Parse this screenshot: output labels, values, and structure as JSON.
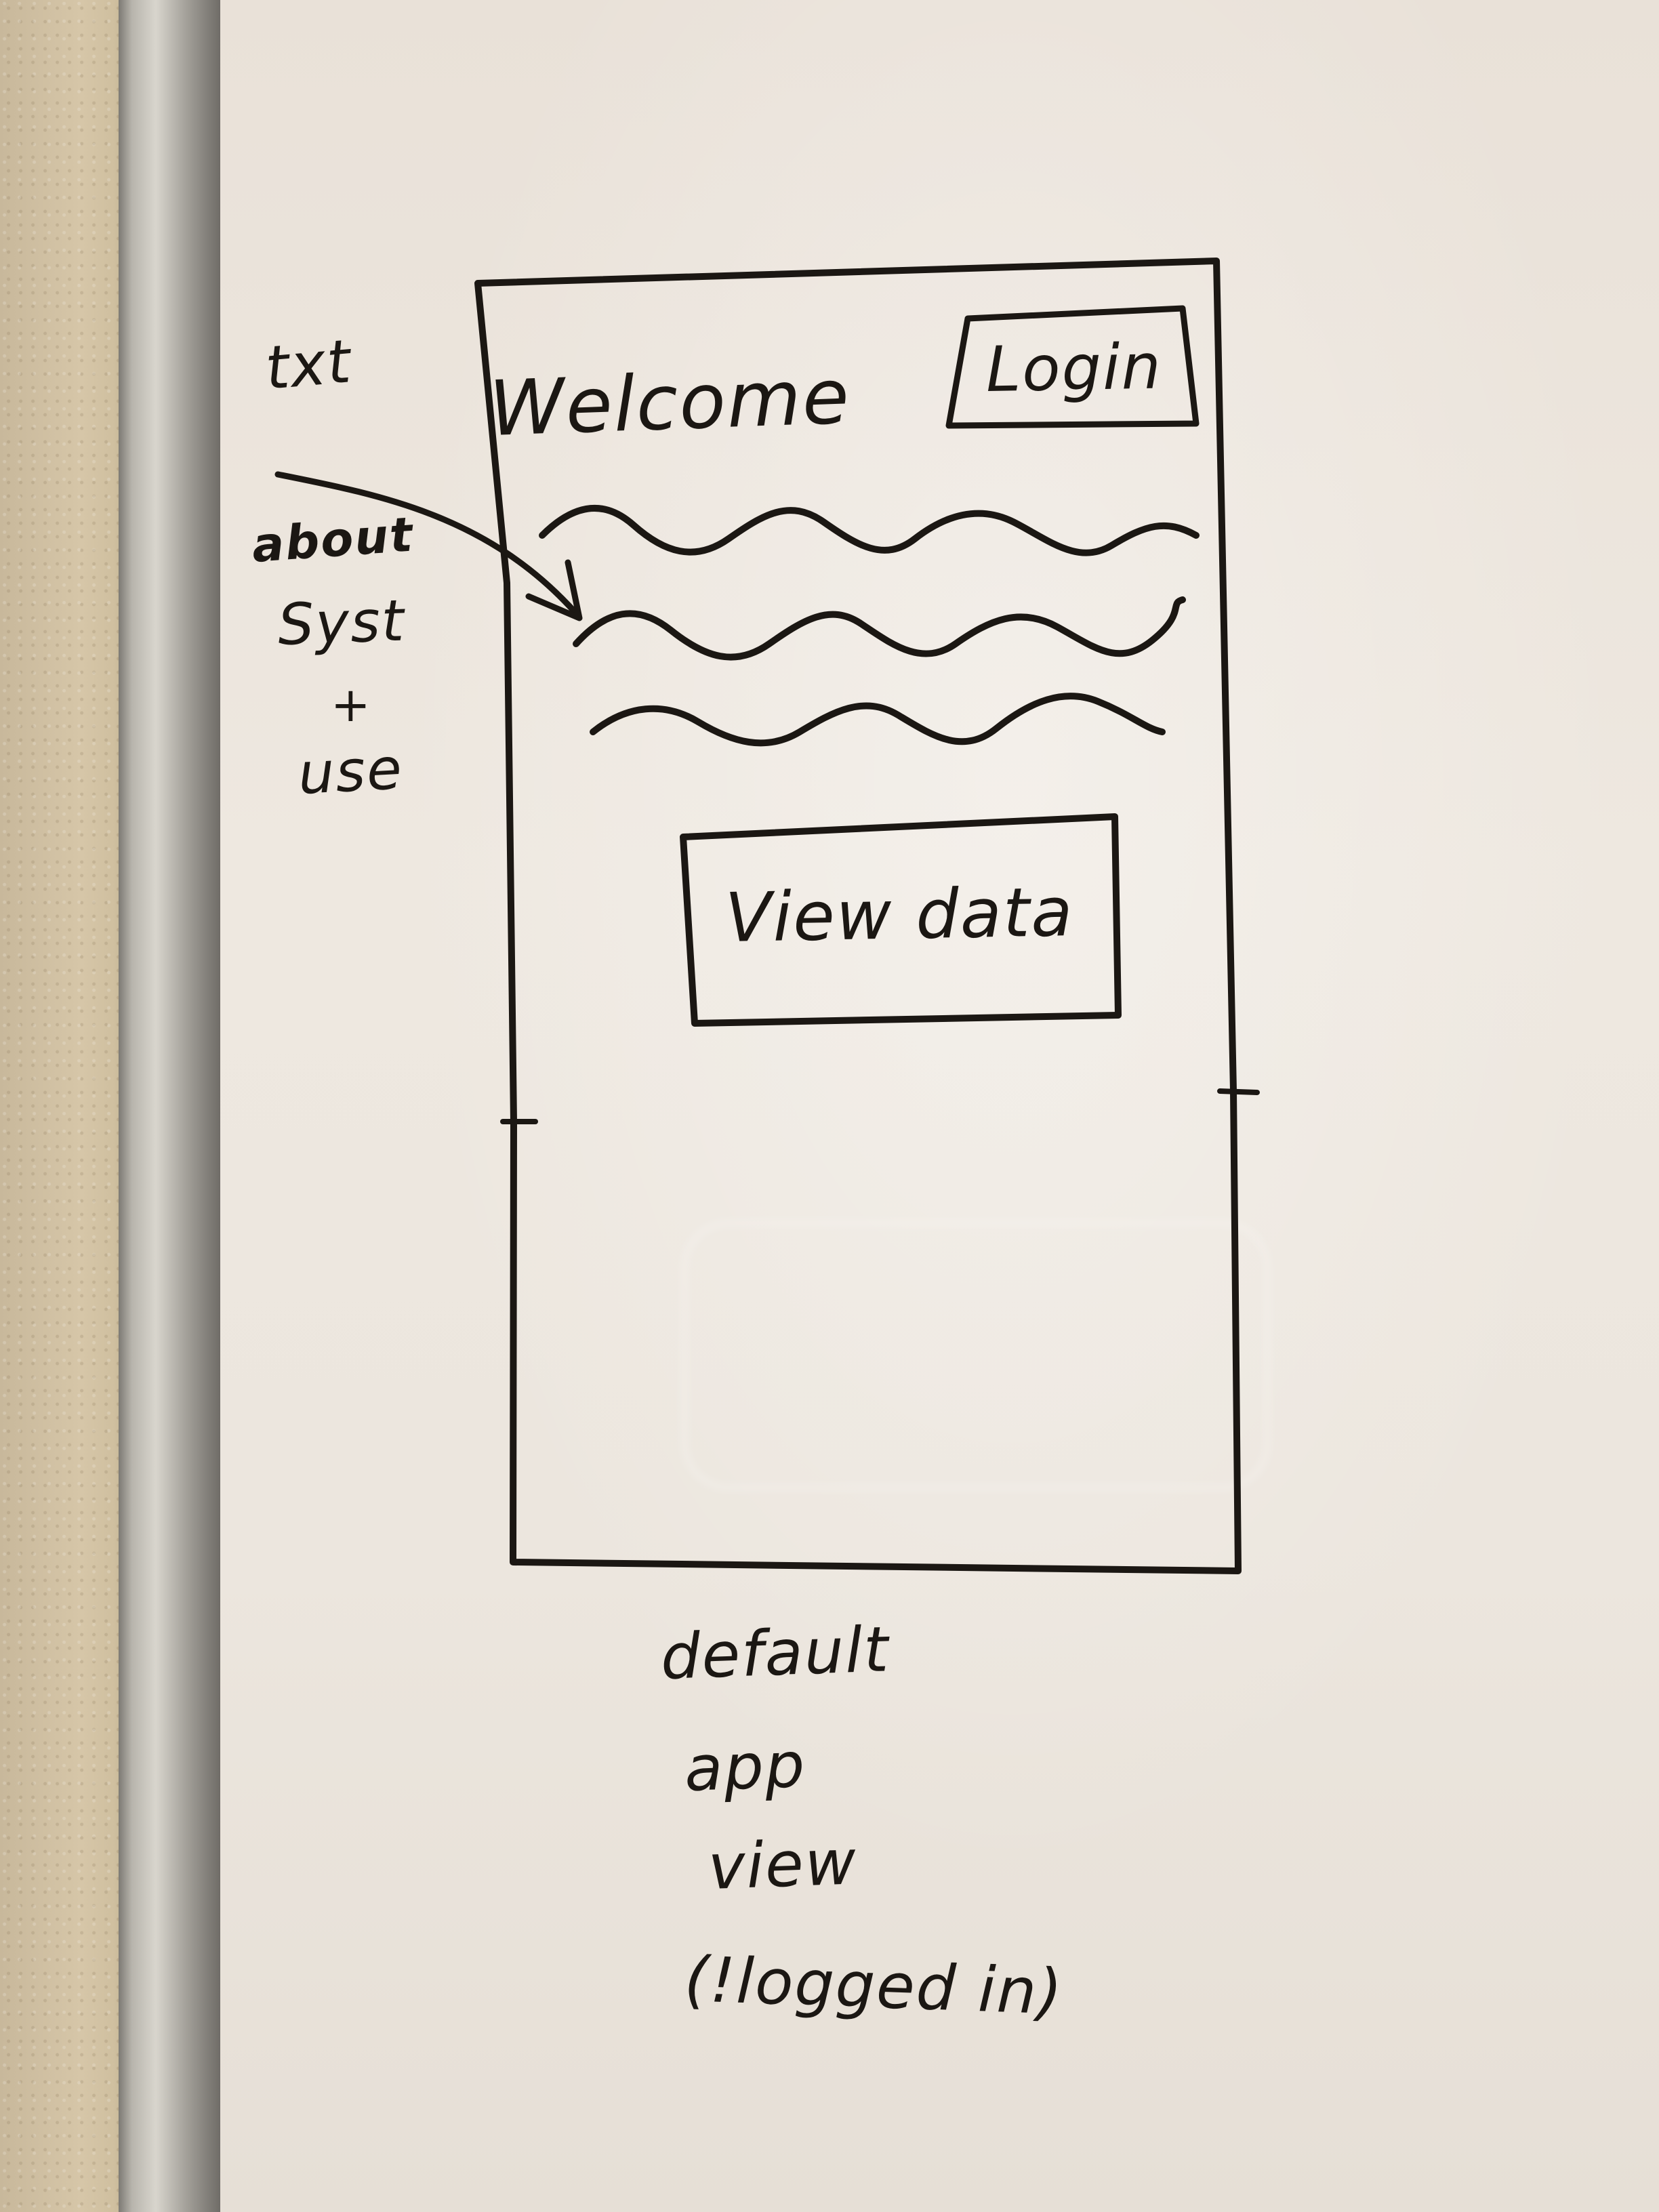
{
  "sketch": {
    "welcome_text": "Welcome",
    "login_button_label": "Login",
    "view_data_button_label": "View data",
    "side_note": {
      "line1": "txt",
      "line2": "about",
      "line3": "Syst",
      "line4": "+",
      "line5": "use"
    },
    "caption": {
      "line1": "default",
      "line2": "app",
      "line3": "view",
      "line4": "(!logged in)"
    }
  },
  "colors": {
    "ink": "#1b1713",
    "whiteboard": "#ece6de",
    "frame": "#b8b5ad",
    "wall": "#d6c6a8"
  }
}
